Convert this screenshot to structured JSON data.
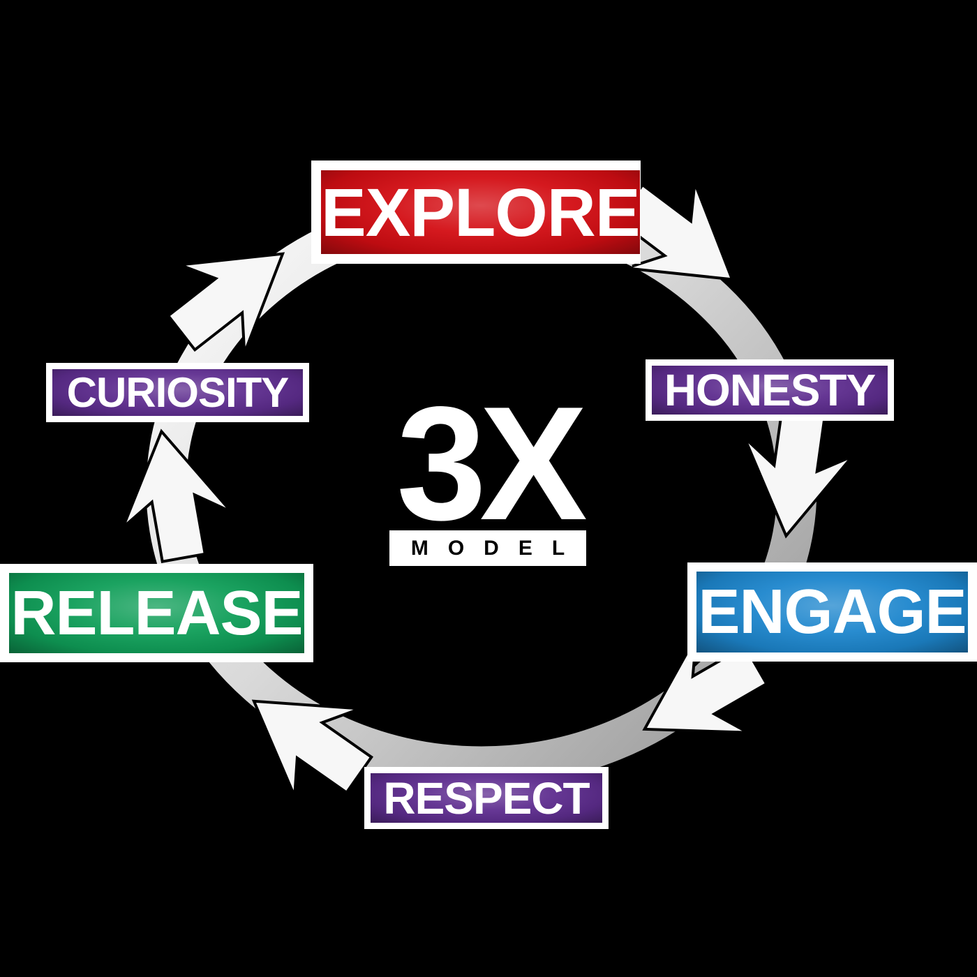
{
  "diagram": {
    "background_color": "#000000",
    "center": {
      "title": "3X",
      "subtitle": "MODEL"
    },
    "ring": {
      "direction": "clockwise",
      "arrow_count": 6,
      "color_light": "#ffffff",
      "color_dark": "#8e8e8e",
      "arrow_color": "#f7f7f7"
    },
    "nodes": [
      {
        "id": "explore",
        "label": "EXPLORE",
        "color": "#d30d13",
        "position": "top"
      },
      {
        "id": "honesty",
        "label": "HONESTY",
        "color": "#5e2d8f",
        "position": "upper-right"
      },
      {
        "id": "engage",
        "label": "ENGAGE",
        "color": "#1d86cd",
        "position": "lower-right"
      },
      {
        "id": "respect",
        "label": "RESPECT",
        "color": "#5e2d8f",
        "position": "bottom"
      },
      {
        "id": "release",
        "label": "RELEASE",
        "color": "#0f9e58",
        "position": "lower-left"
      },
      {
        "id": "curiosity",
        "label": "CURIOSITY",
        "color": "#5e2d8f",
        "position": "upper-left"
      }
    ]
  }
}
